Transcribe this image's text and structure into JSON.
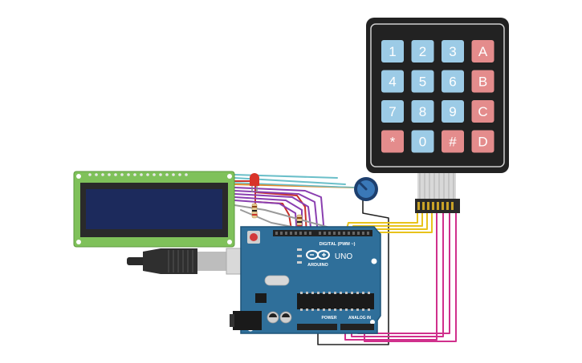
{
  "keypad": {
    "rows": [
      [
        {
          "label": "1",
          "kind": "num"
        },
        {
          "label": "2",
          "kind": "num"
        },
        {
          "label": "3",
          "kind": "num"
        },
        {
          "label": "A",
          "kind": "letter"
        }
      ],
      [
        {
          "label": "4",
          "kind": "num"
        },
        {
          "label": "5",
          "kind": "num"
        },
        {
          "label": "6",
          "kind": "num"
        },
        {
          "label": "B",
          "kind": "letter"
        }
      ],
      [
        {
          "label": "7",
          "kind": "num"
        },
        {
          "label": "8",
          "kind": "num"
        },
        {
          "label": "9",
          "kind": "num"
        },
        {
          "label": "C",
          "kind": "letter"
        }
      ],
      [
        {
          "label": "*",
          "kind": "letter"
        },
        {
          "label": "0",
          "kind": "num"
        },
        {
          "label": "#",
          "kind": "letter"
        },
        {
          "label": "D",
          "kind": "letter"
        }
      ]
    ]
  },
  "arduino": {
    "brand": "ARDUINO",
    "model": "UNO",
    "digital_label": "DIGITAL (PWM ~)",
    "power_label": "POWER",
    "analog_label": "ANALOG IN"
  },
  "colors": {
    "board": "#2f6f9a",
    "board_edge": "#1f5478",
    "lcd_pcb": "#7fc15a",
    "lcd_screen": "#1c2a5c",
    "keypad_body": "#222222",
    "key_blue": "#9ccbe6",
    "key_red": "#e48c8c",
    "wire_teal": "#6bbfc9",
    "wire_purple": "#8a3fb0",
    "wire_orange": "#e0882a",
    "wire_red": "#c8322a",
    "wire_yellow": "#e8c31c",
    "wire_magenta": "#d0308c",
    "wire_black": "#222222",
    "wire_grey": "#9a9a9a"
  }
}
